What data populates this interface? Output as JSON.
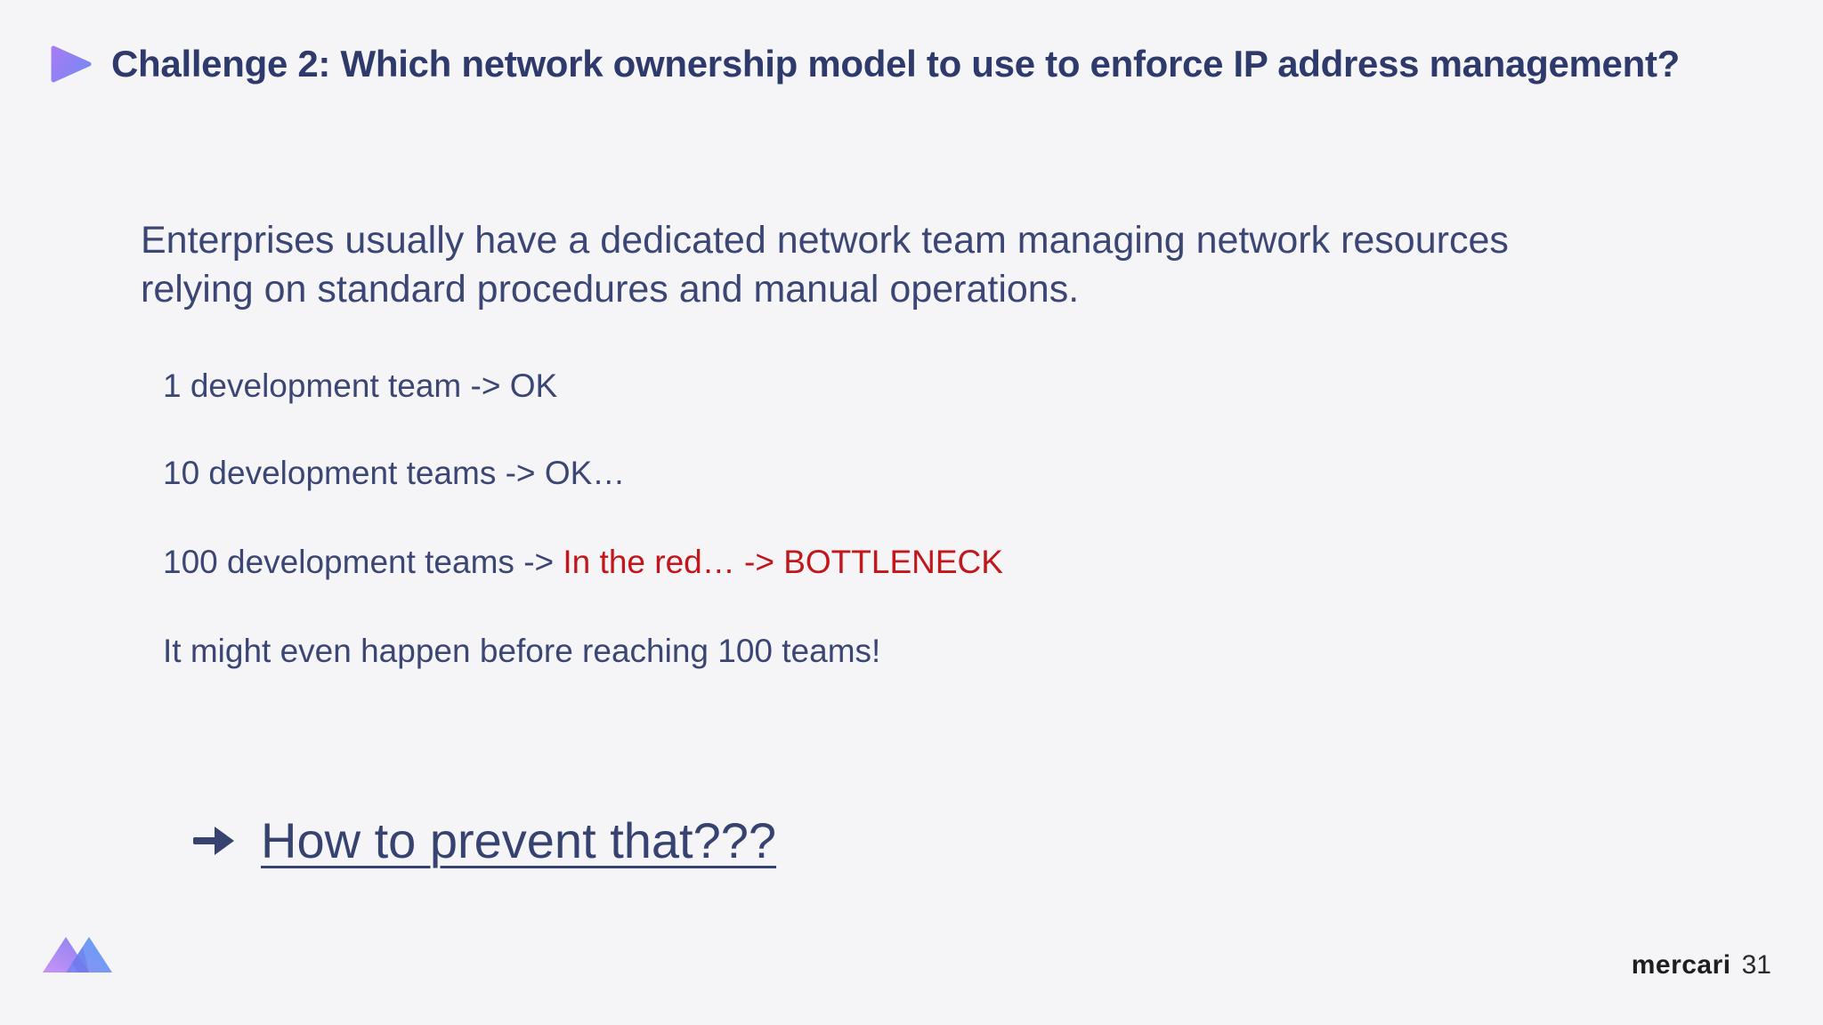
{
  "slide": {
    "title": "Challenge 2: Which network ownership model to use to enforce IP address management?",
    "paragraph": {
      "line1": "Enterprises usually have a dedicated network team managing network resources",
      "line2": "relying on standard procedures and manual operations."
    },
    "items": [
      {
        "text": "1 development team -> OK"
      },
      {
        "text": "10 development teams -> OK…"
      },
      {
        "prefix": "100 development teams -> ",
        "highlight": "In the red… -> BOTTLENECK"
      },
      {
        "text": "It might even happen before reaching 100 teams!"
      }
    ],
    "conclusion": {
      "arrow_icon": "➔",
      "text": "How to prevent that???"
    },
    "footer": {
      "brand": "mercari",
      "page_number": "31"
    },
    "colors": {
      "background": "#f5f4f6",
      "title_navy": "#2e3a6b",
      "body_navy": "#3b4674",
      "highlight_red": "#c2161b",
      "bullet_gradient_from": "#a57cf2",
      "bullet_gradient_to": "#7b87f4",
      "logo_purple": "#b47df2",
      "logo_blue": "#4a8ff5"
    }
  }
}
